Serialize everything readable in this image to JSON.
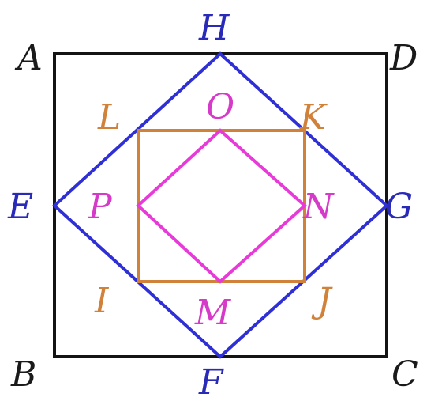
{
  "colors": {
    "square_abcd": "#141414",
    "square_efgh": "#2f2fd6",
    "square_ijkl": "#d0813a",
    "square_mnop": "#e83ad8",
    "label_abcd": "#1a1a1a",
    "label_efgh": "#2a2ab8",
    "label_ijkl": "#d0813a",
    "label_mnop": "#d63ac8"
  },
  "labels": {
    "A": "A",
    "B": "B",
    "C": "C",
    "D": "D",
    "E": "E",
    "F": "F",
    "G": "G",
    "H": "H",
    "I": "I",
    "J": "J",
    "K": "K",
    "L": "L",
    "M": "M",
    "N": "N",
    "O": "O",
    "P": "P"
  }
}
